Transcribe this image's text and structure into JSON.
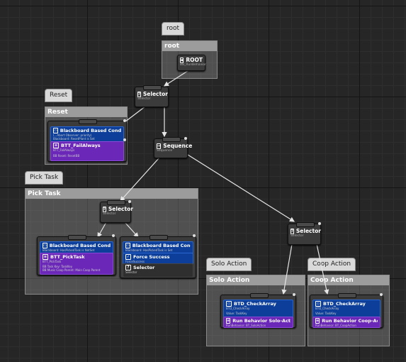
{
  "comments": {
    "root": {
      "tab": "root",
      "header": "root"
    },
    "reset": {
      "tab": "Reset",
      "header": "Reset"
    },
    "pick_task": {
      "tab": "Pick Task",
      "header": "Pick Task"
    },
    "solo_action": {
      "tab": "Solo Action",
      "header": "Solo Action"
    },
    "coop_action": {
      "tab": "Coop Action",
      "header": "Coop Action"
    }
  },
  "nodes": {
    "root": {
      "title": "ROOT",
      "sub": "BB_RunBehavior"
    },
    "selector_main": {
      "title": "Selector",
      "sub": "Selector"
    },
    "reset_decorator": {
      "title": "Blackboard Based Condition",
      "sub1": "(...Abort Observer: priority)",
      "sub2": "Blackboard: ResetPlant is Set"
    },
    "reset_task": {
      "title": "BTT_FailAlways",
      "sub": "BTT_FailAlways",
      "extra": "BB Reset: ResetBB"
    },
    "sequence": {
      "title": "Sequence",
      "sub": "Sequence"
    },
    "pick_selector": {
      "title": "Selector",
      "sub": "Selector"
    },
    "pick_left_decorator": {
      "title": "Blackboard Based Condition",
      "sub": "Blackboard: HasPickedTask is NotSet"
    },
    "pick_left_task": {
      "title": "BTT_PickTask",
      "sub": "BTT_PickTask",
      "extra1": "BB Task Key: TaskKey",
      "extra2": "BB Music Coop Parent: Main Coop Parent"
    },
    "pick_right_decorator": {
      "title": "Blackboard Based Condition",
      "sub": "Blackboard: HasPickedTask is Set"
    },
    "pick_right_force": {
      "title": "Force Success",
      "sub": "ForceSuccess"
    },
    "pick_right_selector": {
      "title": "Selector",
      "sub": "Selector"
    },
    "action_selector": {
      "title": "Selector",
      "sub": "Selector"
    },
    "solo_check": {
      "title": "BTD_CheckArray",
      "sub": "BTD_CheckArray",
      "extra": "Value: TaskKey"
    },
    "solo_run": {
      "title": "Run Behavior Solo-Action",
      "sub": "RunBehavior: BT_SoloAction"
    },
    "coop_check": {
      "title": "BTD_CheckArray",
      "sub": "BTD_CheckArray",
      "extra": "Value: TaskKey"
    },
    "coop_run": {
      "title": "Run Behavior Coop-Action",
      "sub": "RunBehavior: BT_CoopAction"
    }
  },
  "icons": [
    "root-icon",
    "selector-icon",
    "sequence-icon",
    "decorator-icon",
    "task-icon",
    "force-success-icon"
  ],
  "colors": {
    "decorator": "#0d3f9a",
    "task": "#6a27b8",
    "wire": "#e6e6e6"
  }
}
